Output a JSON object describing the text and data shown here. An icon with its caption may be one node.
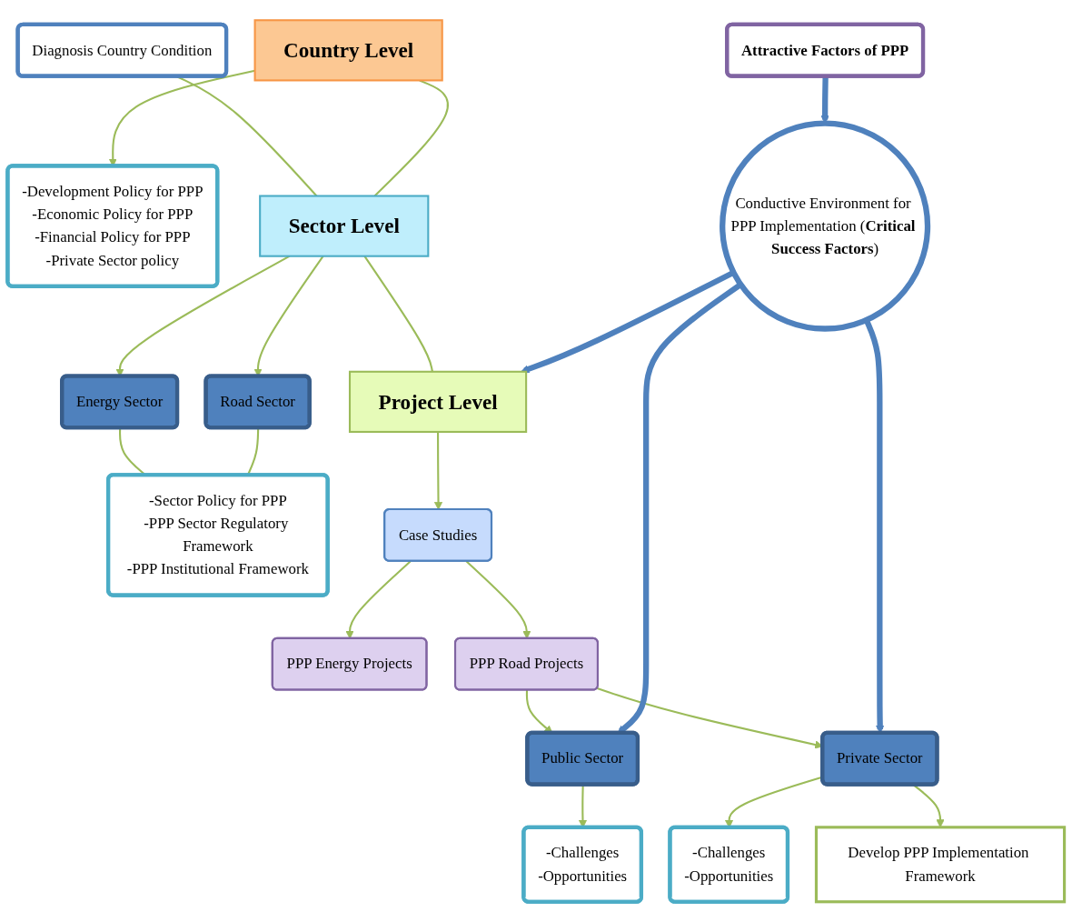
{
  "diagram": {
    "nodes": [
      {
        "text": [
          "Diagnosis Country Condition"
        ]
      },
      {
        "text": [
          "Country Level"
        ]
      },
      {
        "text": [
          "-Development Policy for PPP",
          "-Economic Policy for PPP",
          "-Financial Policy for PPP",
          "-Private Sector policy"
        ]
      },
      {
        "text": [
          "Sector Level"
        ]
      },
      {
        "text": [
          "Energy Sector"
        ]
      },
      {
        "text": [
          "Road Sector"
        ]
      },
      {
        "text": [
          "-Sector Policy for PPP",
          "-PPP Sector Regulatory Framework",
          "-PPP Institutional Framework"
        ]
      },
      {
        "text": [
          "Project Level"
        ]
      },
      {
        "text": [
          "Case Studies"
        ]
      },
      {
        "text": [
          "PPP Energy Projects"
        ]
      },
      {
        "text": [
          "PPP Road Projects"
        ]
      },
      {
        "text": [
          "Conductive Environment for PPP Implementation (**Critical Success Factors**)"
        ]
      },
      {
        "text": [
          "Public Sector"
        ]
      },
      {
        "text": [
          "-Challenges",
          "-Opportunities"
        ]
      },
      {
        "text": [
          "Private Sector"
        ]
      },
      {
        "text": [
          "-Challenges",
          "-Opportunities"
        ]
      },
      {
        "text": [
          "Develop PPP Implementation Framework"
        ]
      },
      {
        "text": [
          "Attractive Factors of PPP"
        ]
      }
    ],
    "edges": [
      {
        "from": 0,
        "to": 3,
        "arrow": "none"
      },
      {
        "from": 1,
        "to": 2,
        "arrow": "to"
      },
      {
        "from": 1,
        "to": 3,
        "arrow": "none"
      },
      {
        "from": 3,
        "to": 4,
        "arrow": "to"
      },
      {
        "from": 3,
        "to": 5,
        "arrow": "to"
      },
      {
        "from": 4,
        "to": 6,
        "arrow": "none"
      },
      {
        "from": 5,
        "to": 6,
        "arrow": "none"
      },
      {
        "from": 3,
        "to": 7,
        "arrow": "none"
      },
      {
        "from": 7,
        "to": 8,
        "arrow": "to"
      },
      {
        "from": 8,
        "to": 9,
        "arrow": "to"
      },
      {
        "from": 8,
        "to": 10,
        "arrow": "to"
      },
      {
        "from": 10,
        "to": 12,
        "arrow": "to"
      },
      {
        "from": 10,
        "to": 14,
        "arrow": "to"
      },
      {
        "from": 11,
        "to": 12,
        "arrow": "to",
        "style": "thick",
        "color": "#4f81bd"
      },
      {
        "from": 11,
        "to": 14,
        "arrow": "to",
        "style": "thick",
        "color": "#4f81bd"
      },
      {
        "from": 12,
        "to": 13,
        "arrow": "to"
      },
      {
        "from": 14,
        "to": 15,
        "arrow": "to"
      },
      {
        "from": 14,
        "to": 16,
        "arrow": "to"
      },
      {
        "from": 11,
        "to": 7,
        "arrow": "to",
        "style": "thick",
        "color": "#4f81bd"
      },
      {
        "from": 17,
        "to": 11,
        "arrow": "to",
        "style": "thick",
        "color": "#4f81bd"
      }
    ]
  }
}
